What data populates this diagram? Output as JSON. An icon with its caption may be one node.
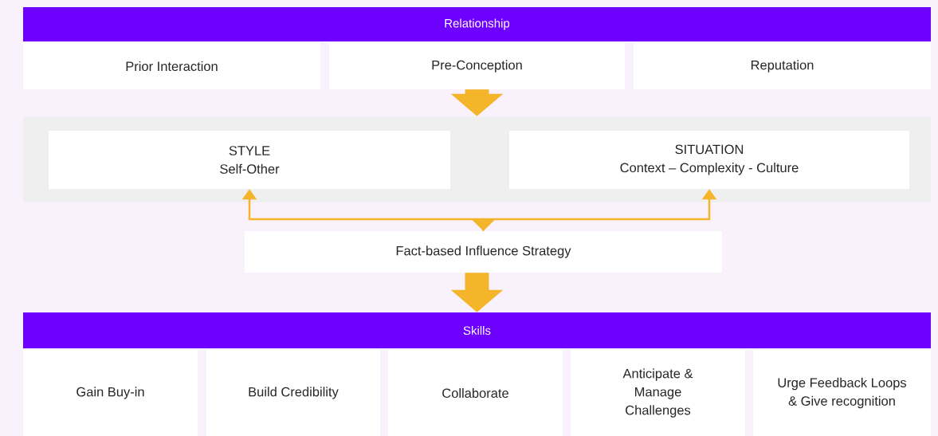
{
  "diagram": {
    "nodes": [
      {
        "text": [
          "Relationship"
        ]
      },
      {
        "text": [
          "Prior Interaction"
        ]
      },
      {
        "text": [
          "Pre-Conception"
        ]
      },
      {
        "text": [
          "Reputation"
        ]
      },
      {
        "text": [],
        "shape": "box"
      },
      {
        "text": [
          "STYLE",
          "Self-Other"
        ],
        "in": 4
      },
      {
        "text": [
          "SITUATION",
          "Context – Complexity - Culture"
        ],
        "in": 4
      },
      {
        "text": [
          "Fact-based Influence Strategy"
        ]
      },
      {
        "text": [
          "Skills"
        ]
      },
      {
        "text": [
          "Gain Buy-in"
        ]
      },
      {
        "text": [
          "Build Credibility"
        ]
      },
      {
        "text": [
          "Collaborate"
        ]
      },
      {
        "text": [
          "Anticipate & Manage Challenges"
        ]
      },
      {
        "text": [
          "Urge Feedback Loops & Give recognition"
        ]
      }
    ],
    "edges": [
      {
        "from": 2,
        "to": 4,
        "arrow": "to",
        "style": "thick"
      },
      {
        "from": 7,
        "to": 5,
        "arrow": "both"
      },
      {
        "from": 7,
        "to": 6,
        "arrow": "to"
      },
      {
        "from": 7,
        "to": 8,
        "arrow": "to",
        "style": "thick"
      }
    ]
  }
}
